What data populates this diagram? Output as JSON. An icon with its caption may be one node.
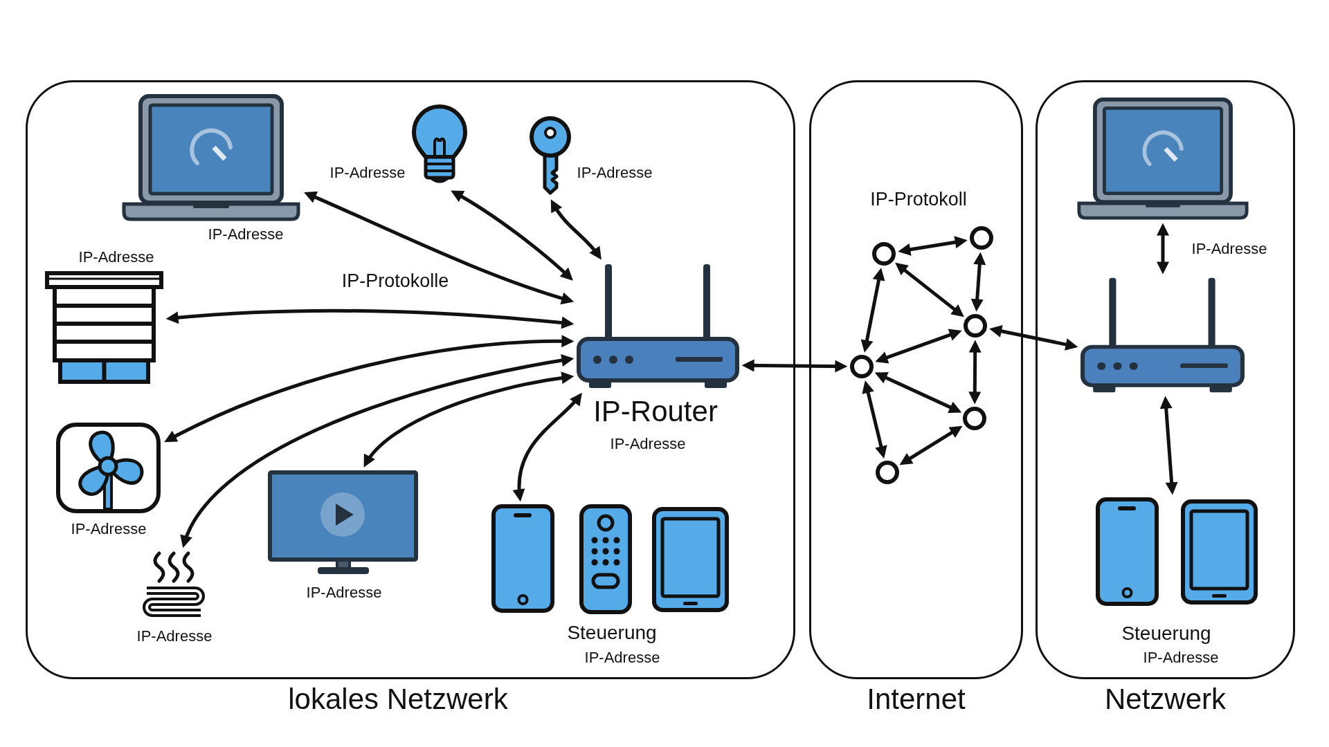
{
  "diagram": {
    "nodes": [
      {
        "text": [
          "lokales Netzwerk"
        ]
      },
      {
        "text": [],
        "shape": "picture",
        "in": 0,
        "beside": [
          "IP-Adresse"
        ]
      },
      {
        "text": [],
        "shape": "picture",
        "in": 0,
        "beside": [
          "IP-Adresse"
        ]
      },
      {
        "text": [],
        "shape": "picture",
        "in": 0,
        "beside": [
          "IP-Adresse"
        ]
      },
      {
        "text": [],
        "shape": "picture",
        "in": 0,
        "beside": [
          "IP-Adresse"
        ]
      },
      {
        "text": [],
        "shape": "picture",
        "in": 0,
        "beside": [
          "IP-Router",
          "IP-Adresse"
        ]
      },
      {
        "text": [],
        "shape": "picture",
        "in": 0,
        "beside": [
          "IP-Adresse"
        ]
      },
      {
        "text": [],
        "shape": "picture",
        "in": 0,
        "beside": [
          "IP-Adresse"
        ]
      },
      {
        "text": [],
        "shape": "picture",
        "in": 0,
        "beside": [
          "IP-Adresse"
        ]
      },
      {
        "text": [],
        "shape": "picture",
        "in": 0,
        "beside": [
          "Steuerung",
          "IP-Adresse"
        ]
      },
      {
        "text": [
          "Internet"
        ]
      },
      {
        "text": [],
        "shape": "circle",
        "in": 10
      },
      {
        "text": [],
        "shape": "circle",
        "in": 10
      },
      {
        "text": [],
        "shape": "circle",
        "in": 10
      },
      {
        "text": [],
        "shape": "circle",
        "in": 10
      },
      {
        "text": [],
        "shape": "circle",
        "in": 10
      },
      {
        "text": [],
        "shape": "circle",
        "in": 10
      },
      {
        "text": [
          "Netzwerk"
        ]
      },
      {
        "text": [],
        "shape": "picture",
        "in": 17,
        "beside": [
          "IP-Adresse"
        ]
      },
      {
        "text": [],
        "shape": "picture",
        "in": 17
      },
      {
        "text": [],
        "shape": "picture",
        "in": 17,
        "beside": [
          "Steuerung",
          "IP-Adresse"
        ]
      }
    ],
    "edges": [
      {
        "from": 1,
        "to": 5,
        "arrow": "both"
      },
      {
        "from": 2,
        "to": 5,
        "arrow": "both"
      },
      {
        "from": 3,
        "to": 5,
        "arrow": "both"
      },
      {
        "from": 4,
        "to": 5,
        "arrow": "both"
      },
      {
        "from": 6,
        "to": 5,
        "arrow": "both"
      },
      {
        "from": 7,
        "to": 5,
        "arrow": "both"
      },
      {
        "from": 8,
        "to": 5,
        "arrow": "both"
      },
      {
        "from": 9,
        "to": 5,
        "arrow": "both"
      },
      {
        "from": 5,
        "to": 14,
        "arrow": "both"
      },
      {
        "from": 11,
        "to": 12,
        "arrow": "both"
      },
      {
        "from": 11,
        "to": 14,
        "arrow": "both"
      },
      {
        "from": 11,
        "to": 13,
        "arrow": "both"
      },
      {
        "from": 12,
        "to": 13,
        "arrow": "both"
      },
      {
        "from": 14,
        "to": 13,
        "arrow": "both"
      },
      {
        "from": 14,
        "to": 15,
        "arrow": "both"
      },
      {
        "from": 13,
        "to": 15,
        "arrow": "both"
      },
      {
        "from": 14,
        "to": 16,
        "arrow": "both"
      },
      {
        "from": 16,
        "to": 15,
        "arrow": "both"
      },
      {
        "from": 13,
        "to": 19,
        "arrow": "both"
      },
      {
        "from": 18,
        "to": 19,
        "arrow": "both"
      },
      {
        "from": 19,
        "to": 20,
        "arrow": "both"
      }
    ],
    "labels": [
      "IP-Protokolle",
      "IP-Protokoll"
    ]
  }
}
